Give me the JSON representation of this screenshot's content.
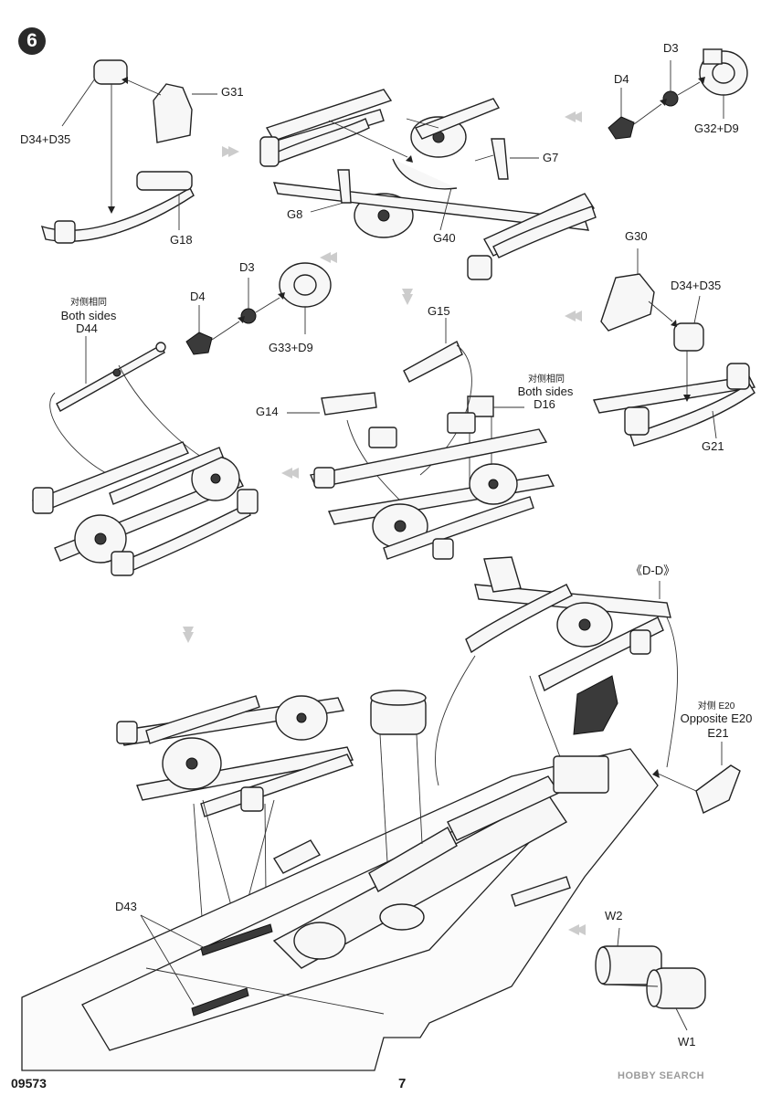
{
  "step": {
    "number": "6"
  },
  "footer": {
    "product_code": "09573",
    "page_number": "7"
  },
  "watermark": {
    "text": "HOBBY SEARCH"
  },
  "labels": {
    "g31": "G31",
    "d34_d35_a": "D34+D35",
    "g18": "G18",
    "d3_a": "D3",
    "d4_a": "D4",
    "g32_d9": "G32+D9",
    "g7": "G7",
    "g8": "G8",
    "g40": "G40",
    "g30": "G30",
    "d34_d35_b": "D34+D35",
    "g21": "G21",
    "d3_b": "D3",
    "d4_b": "D4",
    "g33_d9": "G33+D9",
    "d44_cn": "对侧相同",
    "d44_en": "Both sides",
    "d44": "D44",
    "g15": "G15",
    "g14": "G14",
    "d16_cn": "对侧相同",
    "d16_en": "Both sides",
    "d16": "D16",
    "view_dd": "《D-D》",
    "e20_cn": "对侧 E20",
    "e20_en": "Opposite E20",
    "e21": "E21",
    "d43": "D43",
    "w2": "W2",
    "w1": "W1"
  }
}
